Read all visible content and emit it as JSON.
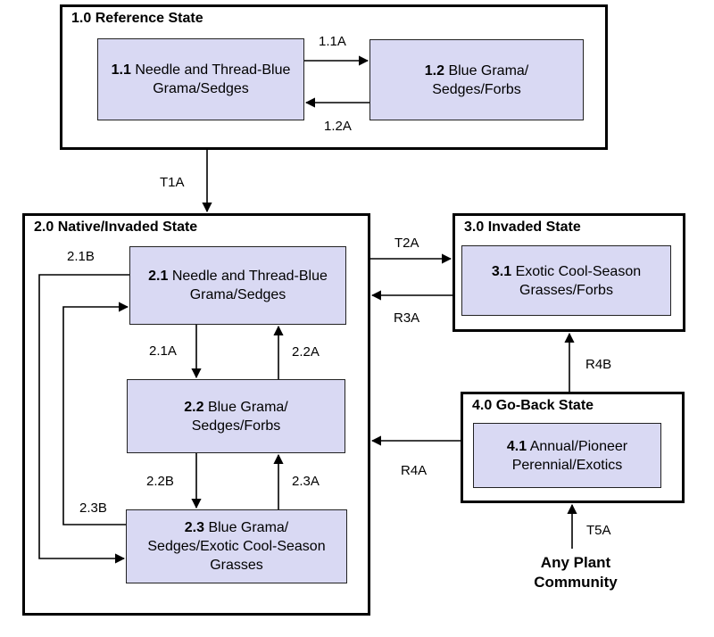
{
  "states": {
    "s1": {
      "title": "1.0 Reference State"
    },
    "s2": {
      "title": "2.0 Native/Invaded State"
    },
    "s3": {
      "title": "3.0 Invaded State"
    },
    "s4": {
      "title": "4.0 Go-Back State"
    }
  },
  "phases": {
    "p11": {
      "num": "1.1",
      "text": "Needle and Thread-Blue Grama/Sedges"
    },
    "p12": {
      "num": "1.2",
      "text": "Blue Grama/ Sedges/Forbs"
    },
    "p21": {
      "num": "2.1",
      "text": "Needle and Thread-Blue Grama/Sedges"
    },
    "p22": {
      "num": "2.2",
      "text": "Blue Grama/ Sedges/Forbs"
    },
    "p23": {
      "num": "2.3",
      "text": "Blue Grama/ Sedges/Exotic Cool-Season Grasses"
    },
    "p31": {
      "num": "3.1",
      "text": "Exotic Cool-Season Grasses/Forbs"
    },
    "p41": {
      "num": "4.1",
      "text": "Annual/Pioneer Perennial/Exotics"
    }
  },
  "transitions": {
    "t11a": "1.1A",
    "t12a": "1.2A",
    "t1a": "T1A",
    "t21b": "2.1B",
    "t21a": "2.1A",
    "t22a": "2.2A",
    "t22b": "2.2B",
    "t23a": "2.3A",
    "t23b": "2.3B",
    "t2a": "T2A",
    "r3a": "R3A",
    "r4b": "R4B",
    "r4a": "R4A",
    "t5a": "T5A"
  },
  "any_plant": {
    "line1": "Any Plant",
    "line2": "Community"
  }
}
